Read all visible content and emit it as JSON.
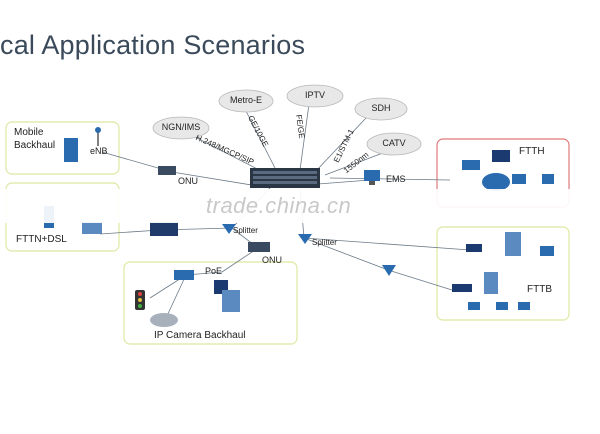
{
  "title": "cal Application Scenarios",
  "clouds": [
    "NGN/IMS",
    "Metro-E",
    "IPTV",
    "SDH",
    "CATV"
  ],
  "link_labels": [
    "H.248/MGCP/SIP",
    "GE/10GE",
    "FE/GE",
    "E1/STM-1",
    "1550nm"
  ],
  "nodes": {
    "ems": "EMS",
    "onu_mobile": "ONU",
    "onu_camera": "ONU",
    "splitter_left": "Splitter",
    "splitter_right": "Splitter",
    "enb": "eNB",
    "poe": "PoE"
  },
  "groups": {
    "mobile": "Mobile Backhaul",
    "fttn": "FTTN+DSL",
    "camera": "IP Camera Backhaul",
    "ftth": "FTTH",
    "fttb": "FTTB"
  },
  "watermark": "trade.china.cn",
  "colors": {
    "group_border_yellow": "#dde8a0",
    "group_border_red": "#e07a7a",
    "device_blue": "#2a6bb0",
    "cloud_fill": "#e8e8e8"
  }
}
